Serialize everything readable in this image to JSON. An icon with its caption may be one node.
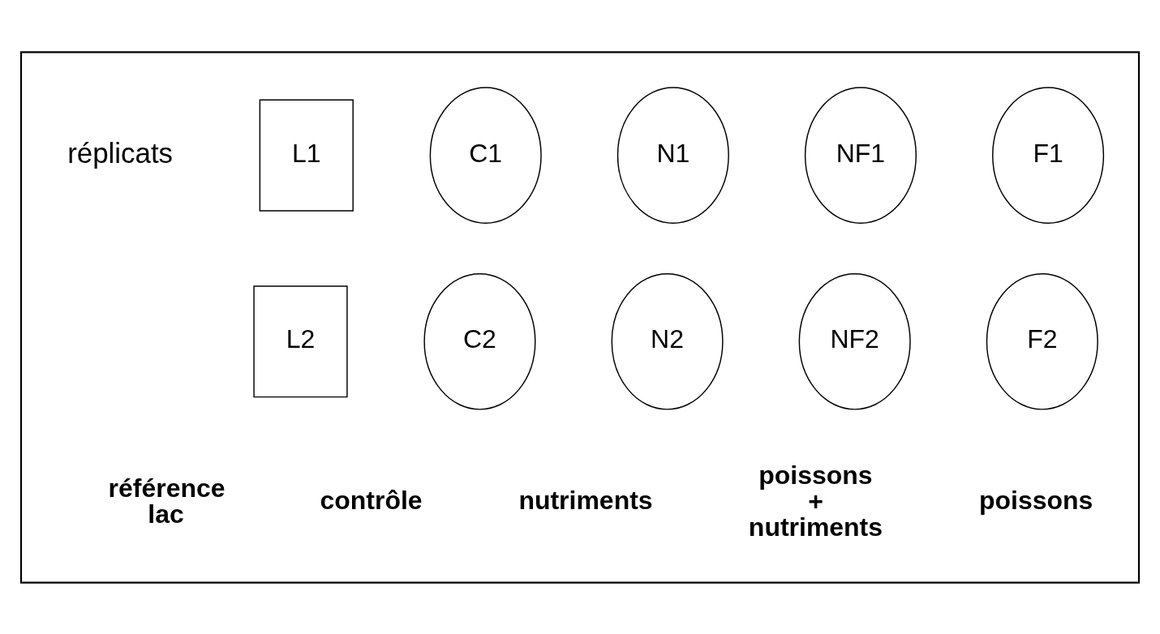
{
  "diagram": {
    "nodes": [
      {
        "text": [],
        "shape": "box"
      },
      {
        "text": [
          "L1"
        ],
        "in": 0
      },
      {
        "text": [
          "C1"
        ],
        "in": 0
      },
      {
        "text": [
          "N1"
        ],
        "in": 0
      },
      {
        "text": [
          "NF1"
        ],
        "in": 0
      },
      {
        "text": [
          "F1"
        ],
        "in": 0
      },
      {
        "text": [
          "L2"
        ],
        "in": 0
      },
      {
        "text": [
          "C2"
        ],
        "in": 0
      },
      {
        "text": [
          "N2"
        ],
        "in": 0
      },
      {
        "text": [
          "NF2"
        ],
        "in": 0
      },
      {
        "text": [
          "F2"
        ],
        "in": 0
      }
    ],
    "labels": [
      "réplicats",
      "référence lac",
      "contrôle",
      "nutriments",
      "poissons + nutriments",
      "poissons"
    ]
  }
}
